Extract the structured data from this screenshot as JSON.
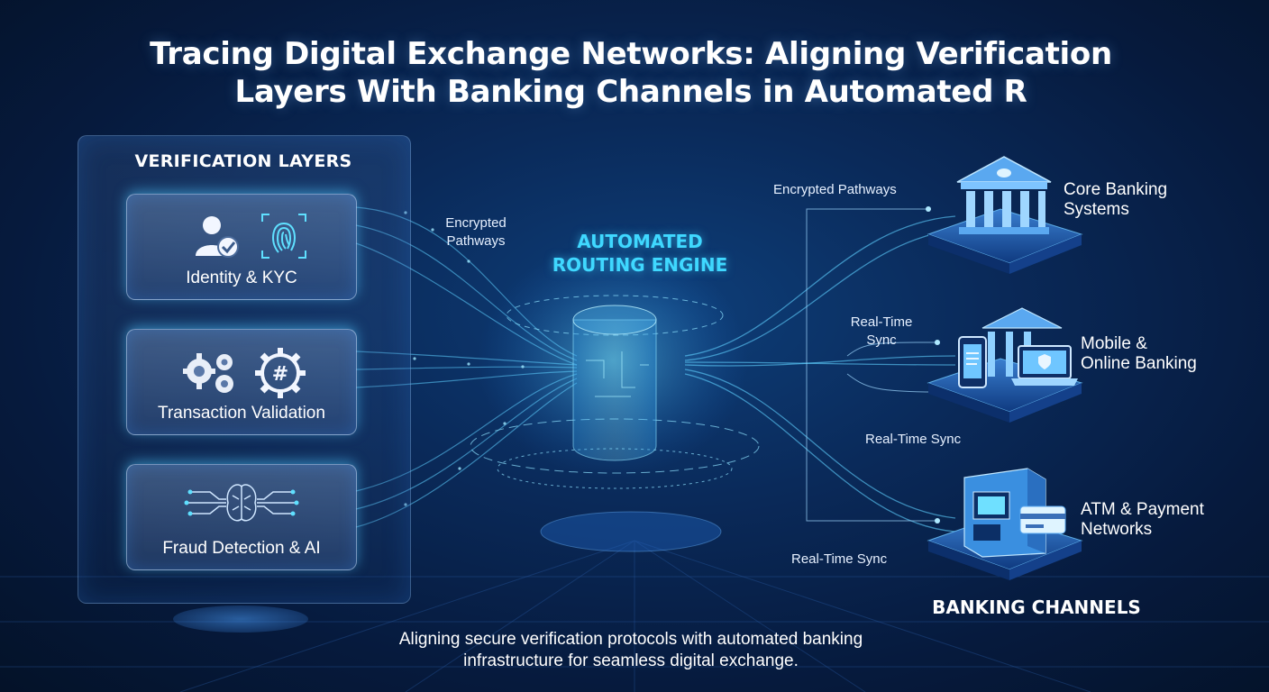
{
  "title": {
    "line1": "Tracing Digital Exchange Networks: Aligning Verification",
    "line2": "Layers With Banking Channels in Automated R"
  },
  "verification": {
    "heading": "VERIFICATION LAYERS",
    "cards": [
      {
        "label": "Identity & KYC",
        "icons": [
          "user-check-icon",
          "fingerprint-icon"
        ]
      },
      {
        "label": "Transaction Validation",
        "icons": [
          "gears-icon",
          "hash-gear-icon"
        ]
      },
      {
        "label": "Fraud Detection & AI",
        "icons": [
          "ai-brain-icon"
        ]
      }
    ]
  },
  "engine": {
    "line1": "AUTOMATED",
    "line2": "ROUTING ENGINE",
    "icon": "database-cylinder-icon"
  },
  "flow_labels": {
    "left_encrypted": "Encrypted\nPathways",
    "right_encrypted": "Encrypted Pathways",
    "sync_1": "Real-Time\nSync",
    "sync_2": "Real-Time Sync",
    "sync_3": "Real-Time Sync"
  },
  "channels": {
    "heading": "BANKING CHANNELS",
    "items": [
      {
        "label": "Core Banking\nSystems",
        "icon": "bank-building-icon"
      },
      {
        "label": "Mobile &\nOnline Banking",
        "icon": "mobile-laptop-bank-icon"
      },
      {
        "label": "ATM & Payment\nNetworks",
        "icon": "atm-card-icon"
      }
    ]
  },
  "footer": {
    "line1": "Aligning secure verification protocols with automated banking",
    "line2": "infrastructure for seamless digital exchange."
  },
  "colors": {
    "background": "#061a3d",
    "accent_cyan": "#3fd8ff",
    "line_cyan": "#5fd0ff"
  }
}
